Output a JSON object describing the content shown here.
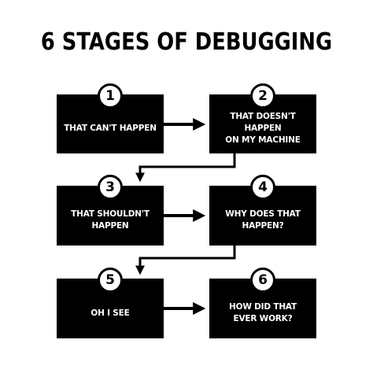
{
  "title": "6 STAGES OF DEBUGGING",
  "stages": [
    {
      "number": "1",
      "label": "THAT CAN'T HAPPEN"
    },
    {
      "number": "2",
      "label": "THAT DOESN'T HAPPEN\nON MY MACHINE"
    },
    {
      "number": "3",
      "label": "THAT SHOULDN'T\nHAPPEN"
    },
    {
      "number": "4",
      "label": "WHY DOES THAT\nHAPPEN?"
    },
    {
      "number": "5",
      "label": "OH I SEE"
    },
    {
      "number": "6",
      "label": "HOW DID THAT\nEVER WORK?"
    }
  ],
  "colors": {
    "box": "#000000",
    "text": "#ffffff",
    "background": "#ffffff"
  }
}
